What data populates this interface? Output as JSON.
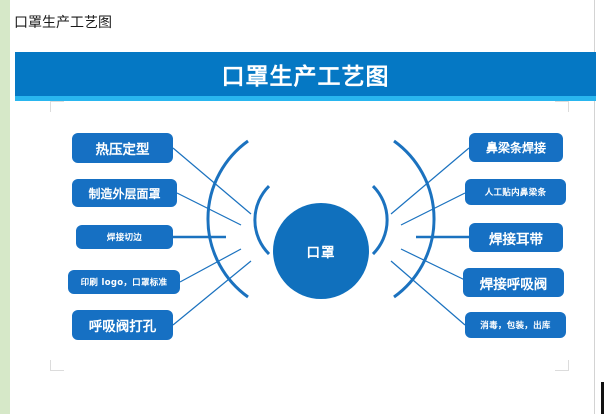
{
  "document": {
    "heading": "口罩生产工艺图"
  },
  "title_bar": {
    "title": "口罩生产工艺图",
    "bg_color": "#0578c4",
    "accent_color": "#29b6ef"
  },
  "diagram": {
    "type": "radial-fishbone",
    "center": {
      "label": "口罩",
      "color": "#1070bd"
    },
    "node_color": "#1670c3",
    "line_color": "#1b72bf",
    "left_nodes": [
      {
        "label": "热压定型",
        "size": "lg"
      },
      {
        "label": "制造外层面罩",
        "size": "md"
      },
      {
        "label": "焊接切边",
        "size": "sm"
      },
      {
        "label": "印刷 logo，口罩标准",
        "size": "sm"
      },
      {
        "label": "呼吸阀打孔",
        "size": "lg"
      }
    ],
    "right_nodes": [
      {
        "label": "鼻梁条焊接",
        "size": "md"
      },
      {
        "label": "人工贴内鼻梁条",
        "size": "sm"
      },
      {
        "label": "焊接耳带",
        "size": "lg"
      },
      {
        "label": "焊接呼吸阀",
        "size": "lg"
      },
      {
        "label": "消毒，包装，出库",
        "size": "sm"
      }
    ]
  }
}
